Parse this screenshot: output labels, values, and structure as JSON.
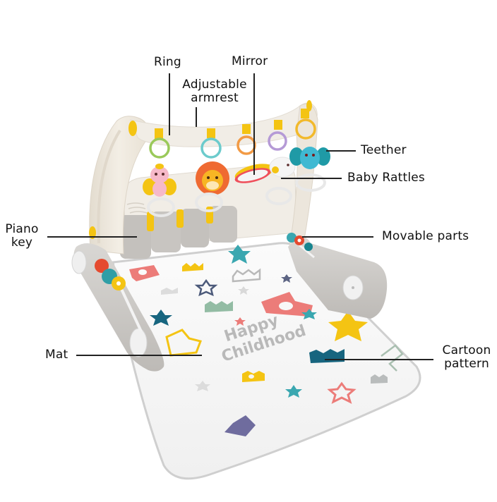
{
  "title": "Baby play gym with labeled parts",
  "mat_text": {
    "line1": "Happy",
    "line2": "Childhood"
  },
  "labels": {
    "ring": "Ring",
    "mirror": "Mirror",
    "armrest_line1": "Adjustable",
    "armrest_line2": "armrest",
    "teether": "Teether",
    "baby_rattles": "Baby Rattles",
    "piano_key_line1": "Piano",
    "piano_key_line2": "key",
    "movable_parts": "Movable parts",
    "mat": "Mat",
    "cartoon_line1": "Cartoon",
    "cartoon_line2": "pattern"
  },
  "colors": {
    "frame": "#efe9df",
    "frame_shadow": "#d8d1c4",
    "rail": "#c9c7c4",
    "key": "#c4c1bd",
    "accent_yellow": "#f4c413",
    "mat": "#f7f7f7",
    "mat_text": "#b9b9b9",
    "teal": "#3aa7b0",
    "navy_teal": "#17657f",
    "coral": "#ec7c79",
    "sage": "#93bca4",
    "purple": "#6f6c9e",
    "ring_green": "#9ac95a",
    "ring_cyan": "#6ccbcc",
    "ring_orange": "#f29a44",
    "ring_purple": "#b59ad6",
    "ring_yellow": "#f2b92b",
    "lion": "#ef6a32",
    "bee_pink": "#f6b9c9",
    "elephant": "#3fb9d2"
  }
}
